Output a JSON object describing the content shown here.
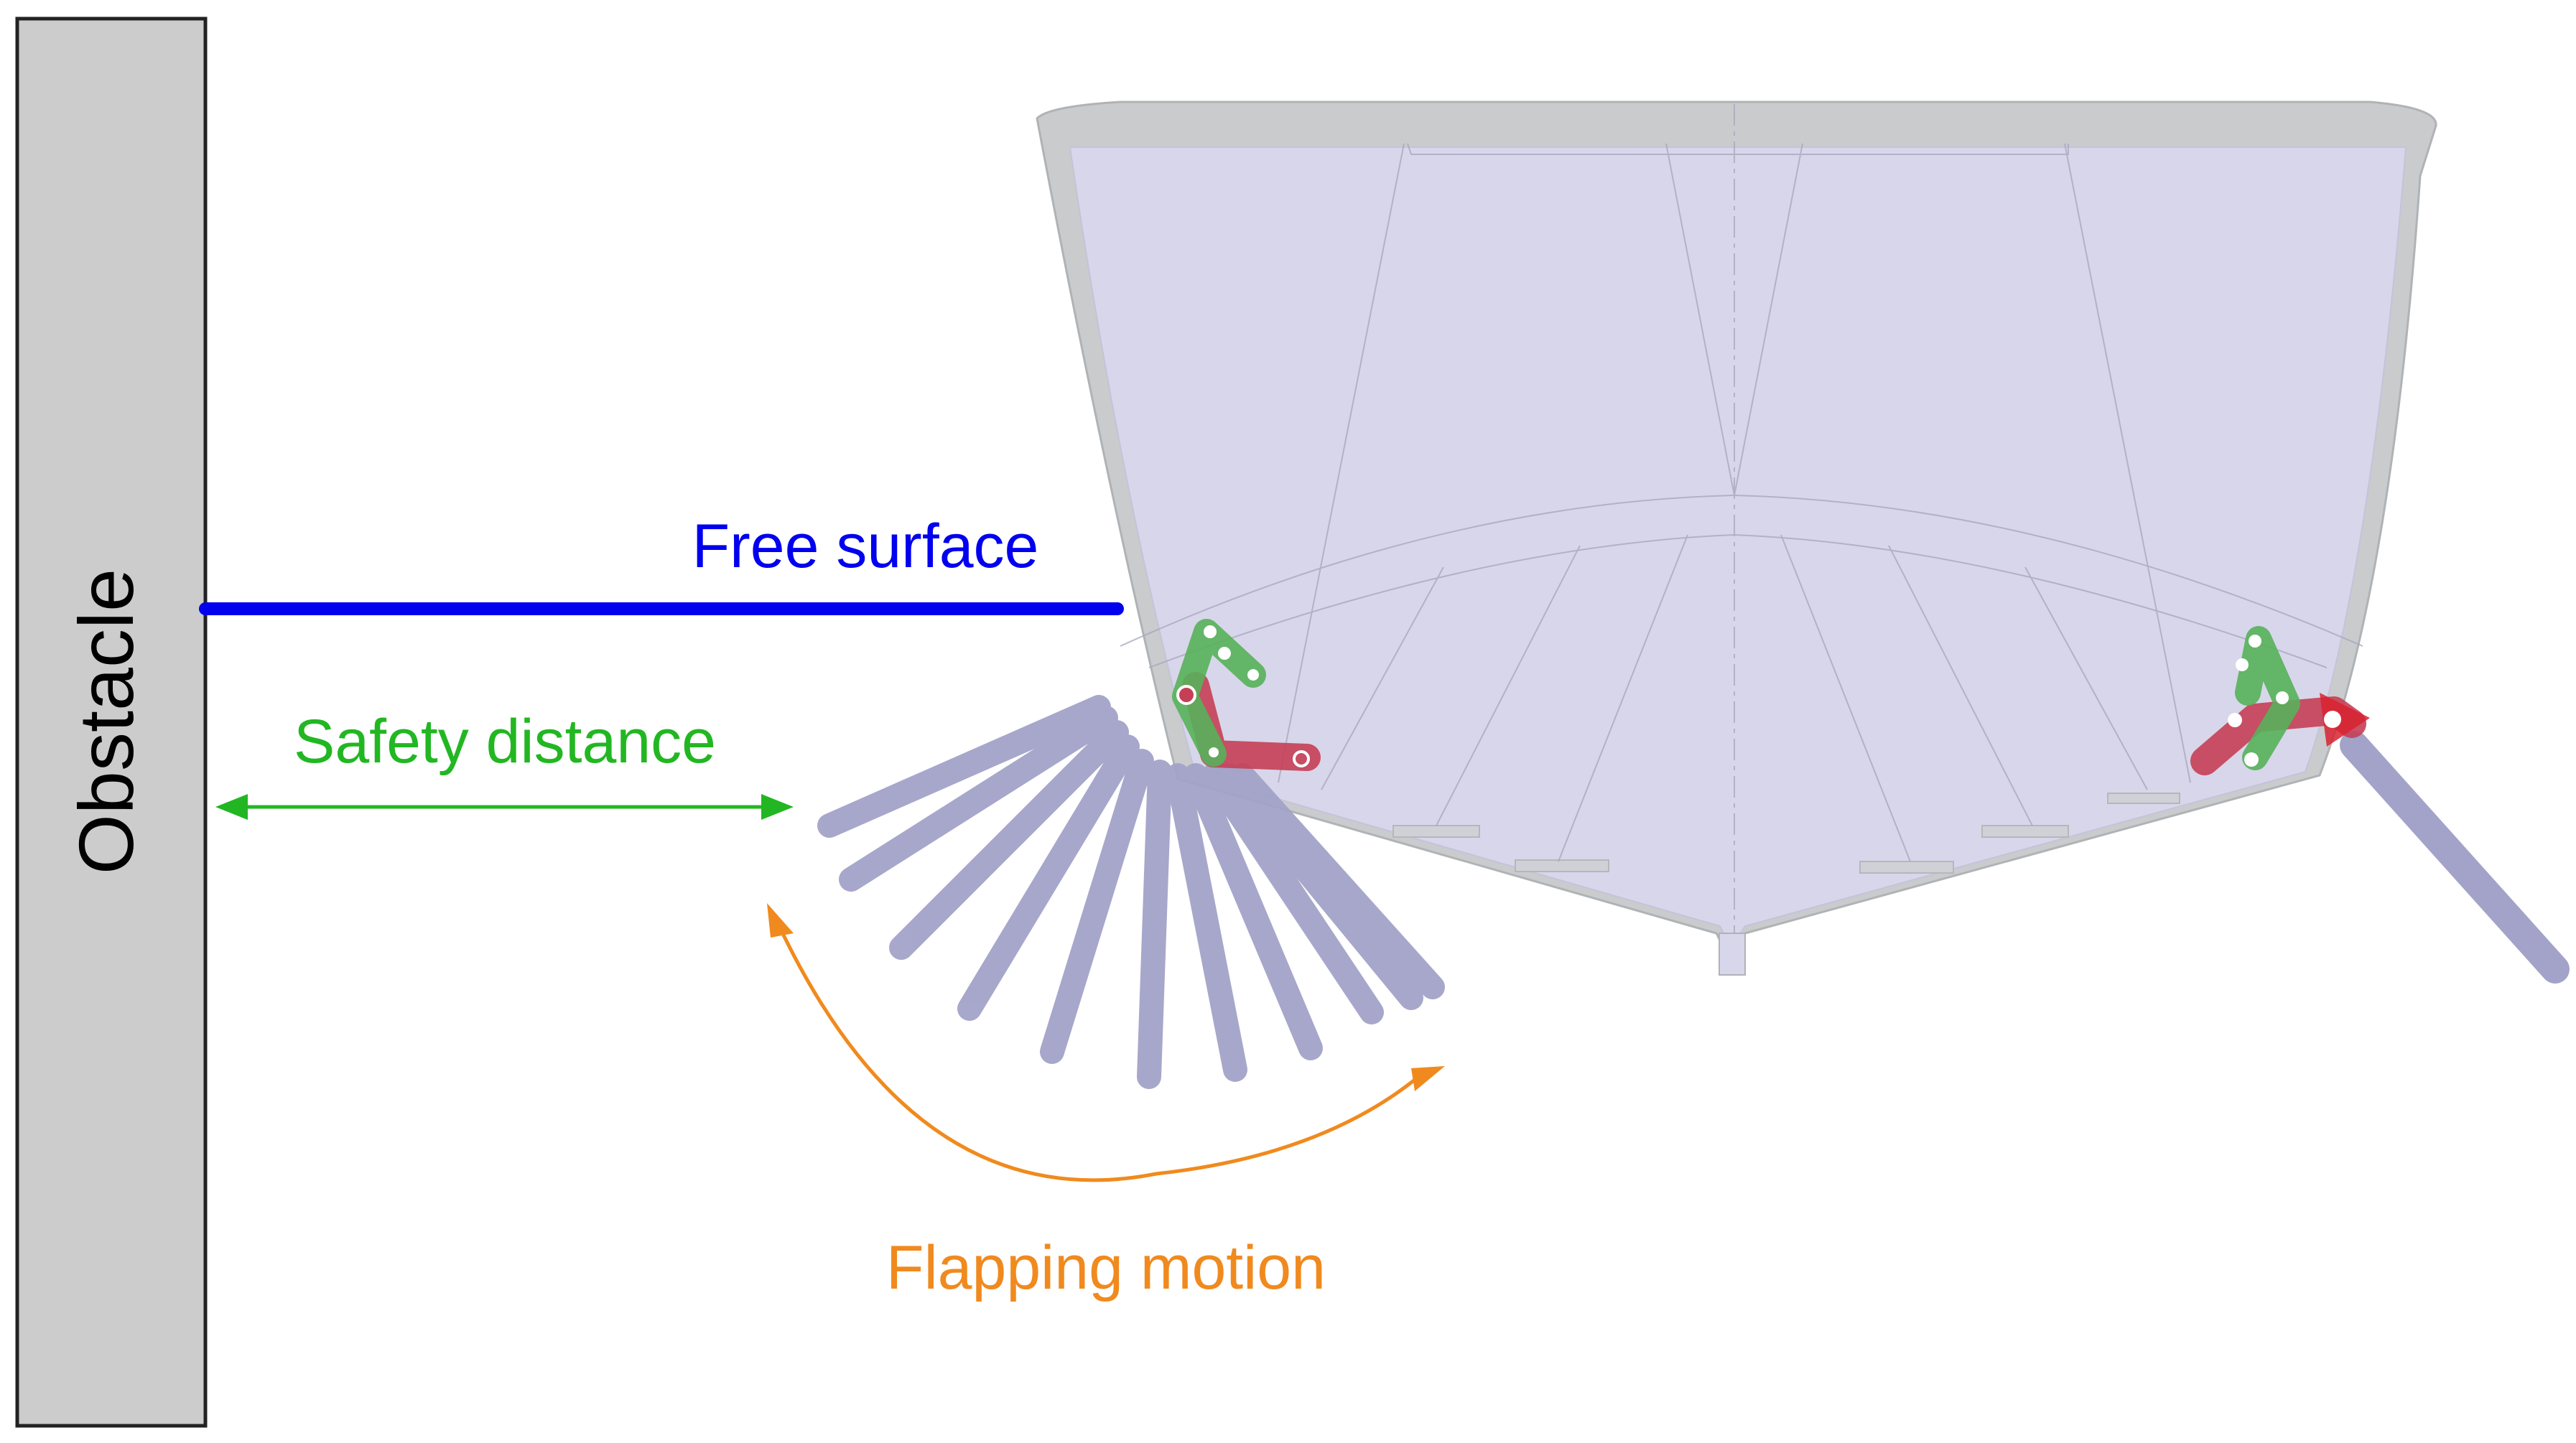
{
  "labels": {
    "obstacle": "Obstacle",
    "free_surface": "Free surface",
    "safety_distance": "Safety distance",
    "flapping_motion": "Flapping motion"
  },
  "colors": {
    "obstacle_fill": "#cccccc",
    "free_surface": "#0000ee",
    "safety_distance": "#22b722",
    "flapping_motion": "#f08a1e",
    "hull_fill": "#d8d6ea",
    "hull_edge": "#b9bcbf",
    "fin": "#a3a3c9",
    "linkage_green": "#56b15a",
    "linkage_red": "#c53f55"
  }
}
